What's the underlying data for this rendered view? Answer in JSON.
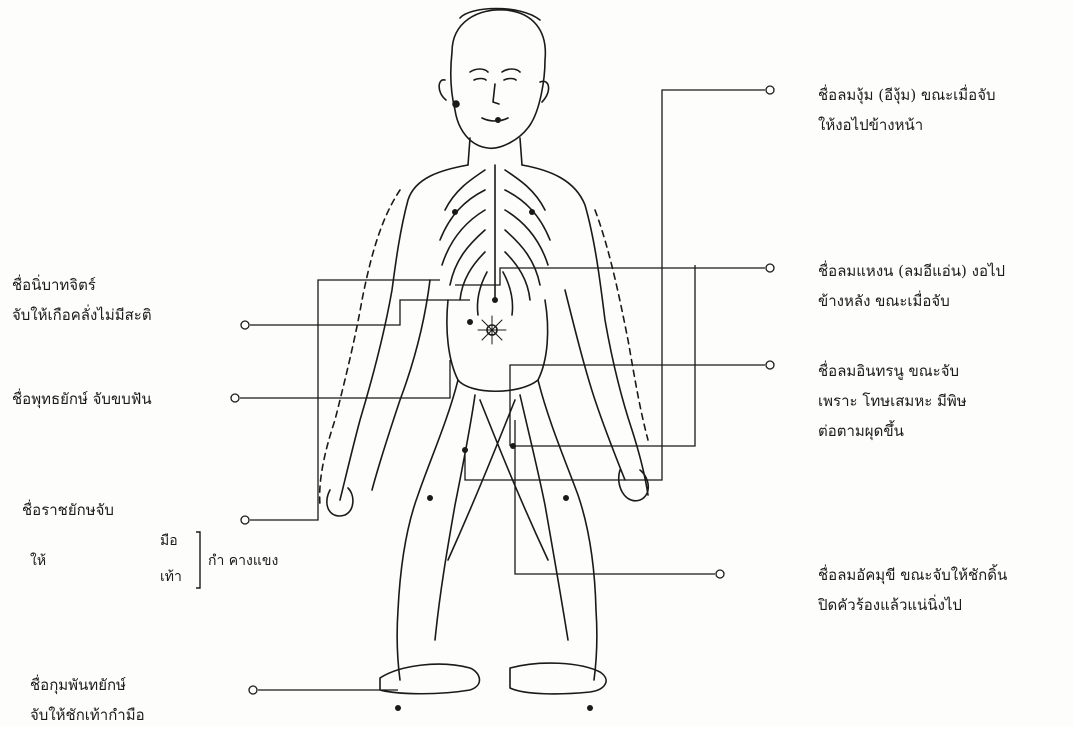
{
  "labels": {
    "right_1": {
      "line1": "ชื่อลมงุ้ม (อีงุ้ม) ขณะเมื่อจับ",
      "line2": "ให้งอไปข้างหน้า"
    },
    "right_2": {
      "line1": "ชื่อลมแหงน (ลมอีแอ่น) งอไป",
      "line2": "ข้างหลัง ขณะเมื่อจับ"
    },
    "right_3": {
      "line1": "ชื่อลมอินทรนู ขณะจับ",
      "line2": "เพราะ โทษเสมหะ มีพิษ",
      "line3": "ต่อตามผุดขึ้น"
    },
    "right_4": {
      "line1": "ชื่อลมอัคมุขี ขณะจับให้ชักดิ้น",
      "line2": "ปิดคัวร้องแล้วแน่นิ่งไป"
    },
    "left_1": {
      "line1": "ชื่อนิ่บาทจิตร์",
      "line2": "จับให้เกือคลั่งไม่มีสะติ"
    },
    "left_2": {
      "line1": "ชื่อพุทธยักษ์ จับขบฟัน"
    },
    "left_3": {
      "line1": "ชื่อราชยักษจับ",
      "prefix": "ให้",
      "opt1": "มือ",
      "opt2": "เท้า",
      "suffix": "กำ คางแขง"
    },
    "left_4": {
      "line1": "ชื่อกุมพันทยักษ์",
      "line2": "จับให้ชักเท้ากำมือ"
    }
  },
  "colors": {
    "ink": "#1a1a1a",
    "paper": "#fdfdfb"
  }
}
